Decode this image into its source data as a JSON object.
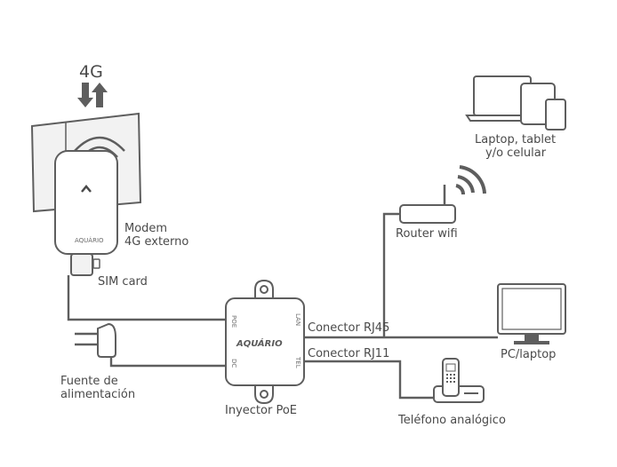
{
  "network": {
    "signal_label": "4G",
    "modem": {
      "label_line1": "Modem",
      "label_line2": "4G externo",
      "brand": "AQUÁRIO"
    },
    "sim_label": "SIM card",
    "power_supply": {
      "line1": "Fuente de",
      "line2": "alimentación"
    },
    "injector": {
      "label": "Inyector PoE",
      "brand": "AQUÁRIO",
      "port_poe": "POE",
      "port_dc": "DC",
      "port_lan": "LAN",
      "port_tel": "TEL"
    },
    "connector_rj45": "Conector RJ45",
    "connector_rj11": "Conector RJ11",
    "router_label": "Router wifi",
    "devices": {
      "line1": "Laptop, tablet",
      "line2": "y/o celular"
    },
    "pc_label": "PC/laptop",
    "phone_label": "Teléfono analógico"
  }
}
